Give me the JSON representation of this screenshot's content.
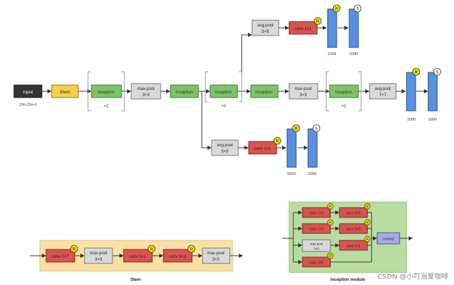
{
  "nodes": {
    "input": "input",
    "input_size": "224×224×3",
    "stem": "Stem",
    "inception": "inception",
    "inception_cap": "Inception",
    "max_pool": "max-pool",
    "avg_pool": "avg-pool",
    "conv_1x1": "conv 1×1",
    "conv_3x3": "conv 3×3",
    "conv_5x5": "conv 5×5",
    "conv_7x7": "conv 7×7",
    "concat": "concat",
    "k3x3": "3×3",
    "k5x5": "5×5",
    "k7x7": "7×7"
  },
  "badges": {
    "relu": "R",
    "softmax": "S"
  },
  "repeats": {
    "x2": "×2",
    "x3": "×3"
  },
  "outputs": {
    "d1024": "1024",
    "d1000": "1000"
  },
  "captions": {
    "stem": "Stem",
    "inception_module": "Inception module"
  },
  "watermark": "CSDN @小叮当爱咖啡",
  "colors": {
    "input": "#333333",
    "stem": "#f7d046",
    "inception": "#7cc36a",
    "pool": "#d9d9d9",
    "conv": "#d9534f",
    "concat": "#a9a9e6",
    "fc": "#5b8fe0",
    "relu_badge": "#f2e600",
    "softmax_badge": "#ffffff",
    "stem_panel": "#fbe0a3",
    "module_panel": "#b9dda0"
  }
}
